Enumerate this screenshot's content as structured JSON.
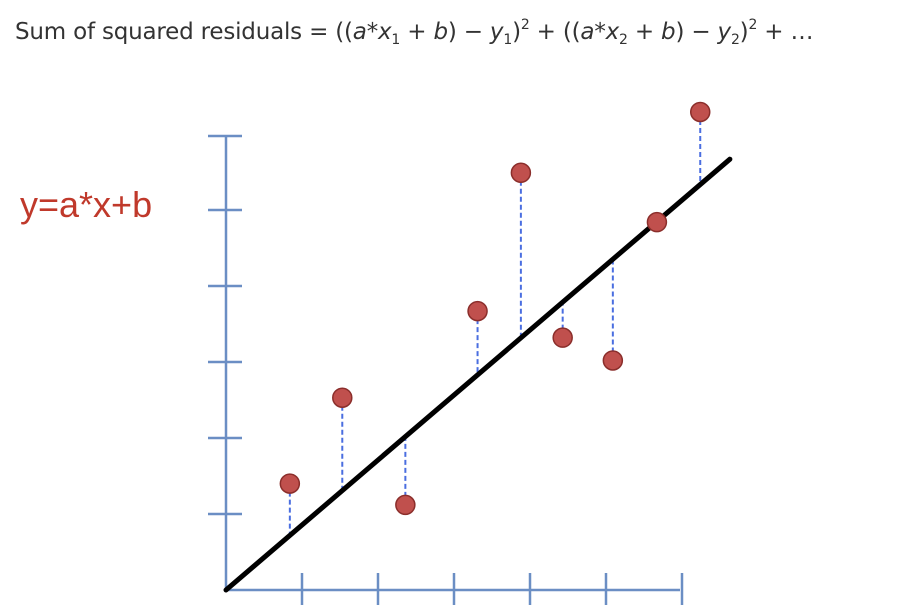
{
  "formula": {
    "prefix": "Sum of squared residuals = ((",
    "a1": "a",
    "star_x1": "*x",
    "sub1": "1",
    "plus_b1": " + ",
    "b1": "b",
    "minus_y1": ") − ",
    "y1": "y",
    "sub_y1": "1",
    "close1": ")",
    "sup1": "2",
    "mid": " + ((",
    "a2": "a",
    "star_x2": "*x",
    "sub2": "2",
    "plus_b2": " + ",
    "b2": "b",
    "minus_y2": ") − ",
    "y2": "y",
    "sub_y2": "2",
    "close2": ")",
    "sup2": "2",
    "tail": " + …"
  },
  "equation_label": "y=a*x+b",
  "colors": {
    "axis": "#6b8ec4",
    "regression_line": "#000000",
    "residual": "#4a6ee0",
    "point_fill": "#c0504d",
    "point_stroke": "#8b2e2b",
    "label": "#c0392b"
  },
  "chart_data": {
    "type": "scatter",
    "x_ticks": 6,
    "y_ticks": 6,
    "line": {
      "slope": 0.855,
      "intercept": 0
    },
    "points": [
      {
        "x": 0.84,
        "y": 1.4
      },
      {
        "x": 1.53,
        "y": 2.53
      },
      {
        "x": 2.36,
        "y": 1.12
      },
      {
        "x": 3.31,
        "y": 3.67
      },
      {
        "x": 3.88,
        "y": 5.49
      },
      {
        "x": 4.43,
        "y": 3.32
      },
      {
        "x": 5.09,
        "y": 3.02
      },
      {
        "x": 5.67,
        "y": 4.84
      },
      {
        "x": 6.24,
        "y": 6.29
      }
    ]
  }
}
